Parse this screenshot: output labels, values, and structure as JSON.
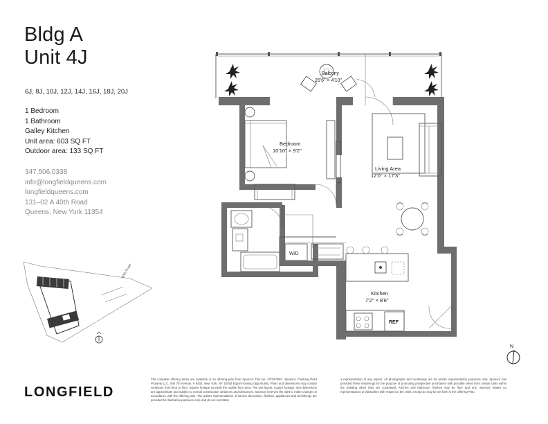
{
  "unit": {
    "line1": "Bldg A",
    "line2": "Unit 4J"
  },
  "lines": "6J, 8J, 10J, 12J, 14J, 16J, 18J, 20J",
  "facts": [
    "1 Bedroom",
    "1 Bathroom",
    "Galley Kitchen",
    "Unit area: 603 SQ FT",
    "Outdoor area: 133 SQ FT"
  ],
  "contact": [
    "347.506.0338",
    "info@longfieldqueens.com",
    "longfieldqueens.com",
    "131–02 A 40th Road",
    "Queens, New York 11354"
  ],
  "brand": "LONGFIELD",
  "rooms": {
    "balcony": {
      "name": "Balcony",
      "dims": "26'6\" × 4'10\""
    },
    "bedroom": {
      "name": "Bedroom",
      "dims": "10'10\" × 9'2\""
    },
    "living": {
      "name": "Living Area",
      "dims": "12'0\" × 17'3\""
    },
    "kitchen": {
      "name": "Kitchen",
      "dims": "7'2\" × 8'6\""
    }
  },
  "fixtures": {
    "washer_dryer": "W/D",
    "refrigerator": "REF"
  },
  "key_plan": {
    "street": "40th Road"
  },
  "compass": {
    "north": "N"
  },
  "disclaimer": {
    "col1": "The complete offering terms are available in an offering plan from Sponsor. File No. CP23-0057. Sponsor: Flushing Point Property LLC, 645 7th Avenue, # 6403, New York, NY 10018 Equal Housing Opportunity. Plans and dimensions may contain variations from floor to floor. Square footage exceeds the usable floor area. The unit layout, square footage, and dimensions are approximate and subject to normal construction variances and tolerances. Sponsor reserves the right to make changes in accordance with the offering plan. The artist's representations of interior decoration, finishes, appliances and furnishings are provided for illustrative purposes only, and do not constitute",
    "col2": "a representation of any aspect. All photographs and renderings are for artistic representation purposes only. Sponsor has provided these renderings for the purpose of promoting prospective purchasers with possible views from certain Units within the Building when they are completed. Kitchen and bathroom finishes may be floor and unit. Sponsor makes no representations or warranties with respect to the Units, except as may be set forth in the Offering Plan."
  }
}
